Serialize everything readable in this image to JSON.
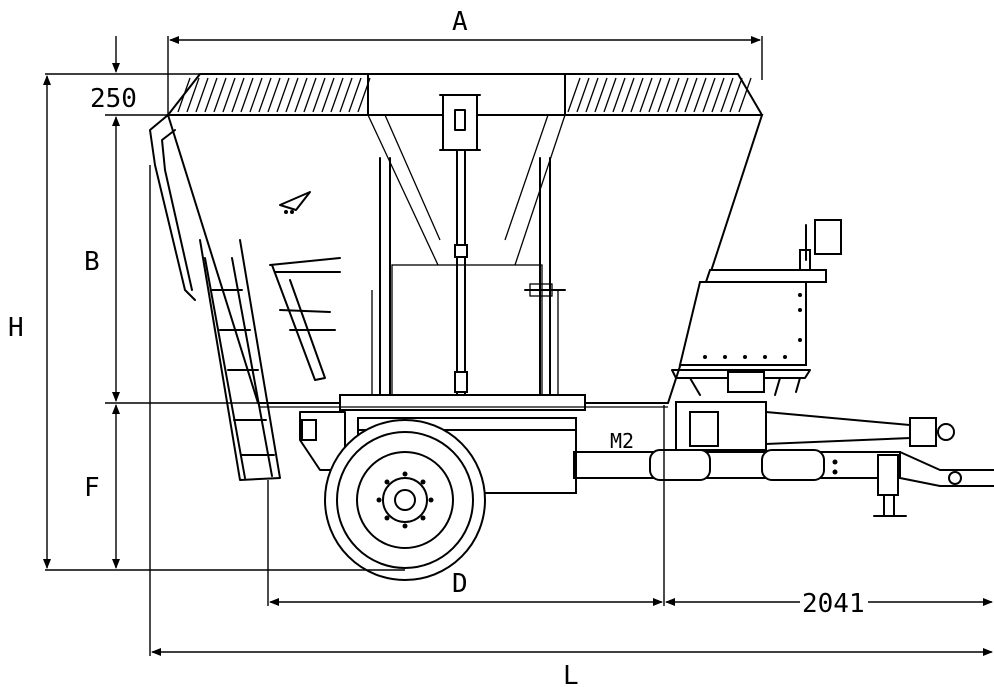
{
  "labels": {
    "A": "A",
    "top_offset": "250",
    "H": "H",
    "B": "B",
    "F": "F",
    "D": "D",
    "drawbar": "2041",
    "L": "L",
    "motor_mark": "M2"
  },
  "colors": {
    "line": "#000000",
    "background": "#ffffff"
  }
}
